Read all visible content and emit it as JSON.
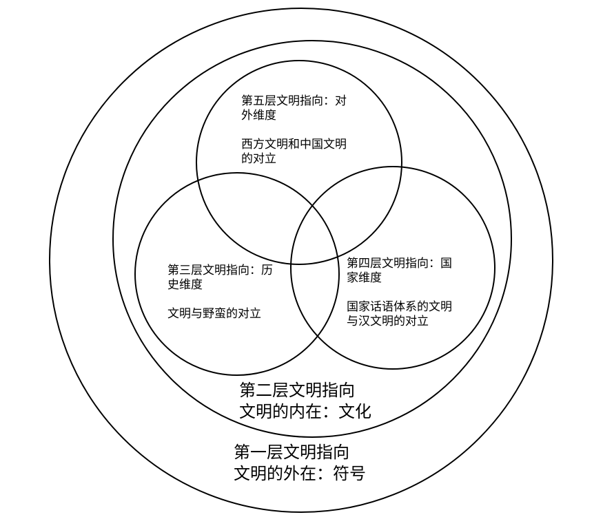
{
  "layers": {
    "layer1": {
      "title": "第一层文明指向",
      "body": "文明的外在：符号"
    },
    "layer2": {
      "title": "第二层文明指向",
      "body": "文明的内在：文化"
    },
    "layer3": {
      "title_line1": "第三层文明指向：历",
      "title_line2": "史维度",
      "body": "文明与野蛮的对立"
    },
    "layer4": {
      "title_line1": "第四层文明指向：国",
      "title_line2": "家维度",
      "body_line1": "国家话语体系的文明",
      "body_line2": "与汉文明的对立"
    },
    "layer5": {
      "title_line1": "第五层文明指向：对",
      "title_line2": "外维度",
      "body_line1": "西方文明和中国文明",
      "body_line2": "的对立"
    }
  }
}
